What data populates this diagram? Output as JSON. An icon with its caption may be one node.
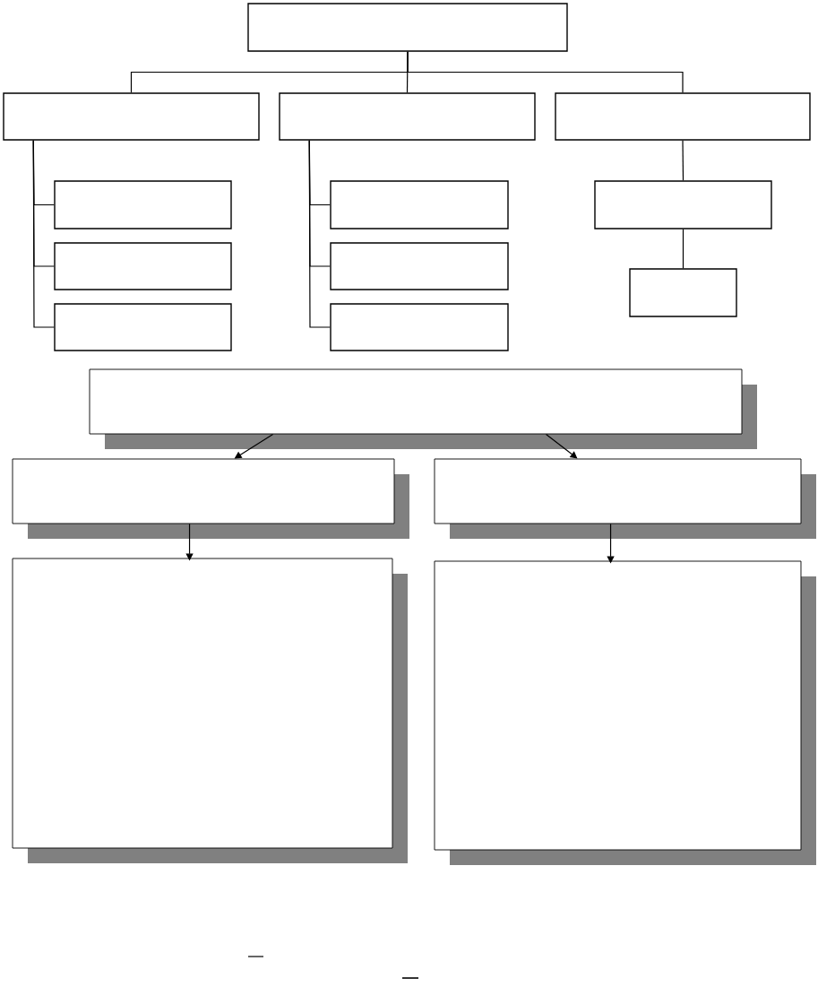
{
  "diagram": {
    "nodes": [
      {
        "text": [],
        "shape": "box"
      },
      {
        "text": [],
        "shape": "box"
      },
      {
        "text": [],
        "shape": "box"
      },
      {
        "text": [],
        "shape": "box"
      },
      {
        "text": [],
        "shape": "box"
      },
      {
        "text": [],
        "shape": "box"
      },
      {
        "text": [],
        "shape": "box"
      },
      {
        "text": [],
        "shape": "box"
      },
      {
        "text": [],
        "shape": "box"
      },
      {
        "text": [],
        "shape": "box"
      },
      {
        "text": [],
        "shape": "box"
      },
      {
        "text": [],
        "shape": "box"
      },
      {
        "text": [],
        "shape": "box"
      },
      {
        "text": [],
        "shape": "box"
      },
      {
        "text": [],
        "shape": "box"
      },
      {
        "text": [],
        "shape": "box"
      },
      {
        "text": [],
        "shape": "box"
      }
    ],
    "edges": [
      {
        "from": 0,
        "to": 1,
        "arrow": "none"
      },
      {
        "from": 0,
        "to": 2,
        "arrow": "none"
      },
      {
        "from": 0,
        "to": 3,
        "arrow": "none"
      },
      {
        "from": 1,
        "to": 4,
        "arrow": "none"
      },
      {
        "from": 1,
        "to": 5,
        "arrow": "none"
      },
      {
        "from": 1,
        "to": 6,
        "arrow": "none"
      },
      {
        "from": 2,
        "to": 7,
        "arrow": "none"
      },
      {
        "from": 2,
        "to": 8,
        "arrow": "none"
      },
      {
        "from": 2,
        "to": 9,
        "arrow": "none"
      },
      {
        "from": 3,
        "to": 10,
        "arrow": "none"
      },
      {
        "from": 10,
        "to": 11,
        "arrow": "none"
      },
      {
        "from": 12,
        "to": 13,
        "arrow": "to"
      },
      {
        "from": 12,
        "to": 14,
        "arrow": "to"
      },
      {
        "from": 13,
        "to": 15,
        "arrow": "to"
      },
      {
        "from": 14,
        "to": 16,
        "arrow": "to"
      }
    ]
  }
}
